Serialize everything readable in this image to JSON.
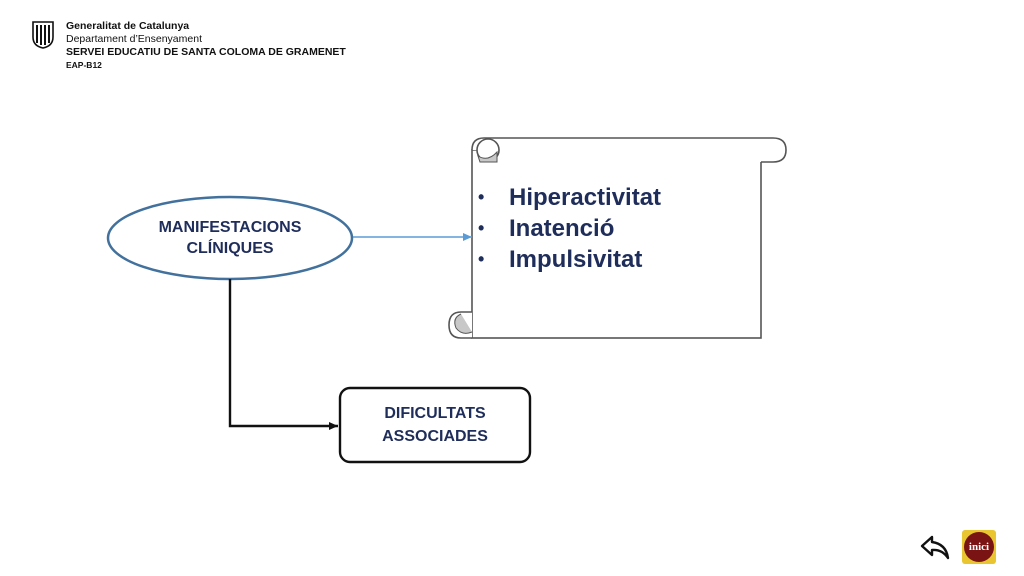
{
  "header": {
    "line1": "Generalitat de Catalunya",
    "line2": "Departament d’Ensenyament",
    "line3": "SERVEI EDUCATIU DE SANTA COLOMA DE GRAMENET",
    "line4": "EAP-B12",
    "logo_icon": "catalan-flag-logo-icon"
  },
  "diagram": {
    "ellipse": {
      "line1": "MANIFESTACIONS",
      "line2": "CLÍNIQUES"
    },
    "box": {
      "line1": "DIFICULTATS",
      "line2": "ASSOCIADES"
    },
    "scroll_items": [
      {
        "bullet": "•",
        "text": "Hiperactivitat"
      },
      {
        "bullet": "•",
        "text": "Inatenció"
      },
      {
        "bullet": "•",
        "text": "Impulsivitat"
      }
    ]
  },
  "nav": {
    "back_icon": "back-arrow-icon",
    "home_label": "inici"
  },
  "colors": {
    "text_navy": "#1f2d5a",
    "ellipse_border": "#41719c",
    "arrow_blue": "#5b9bd5",
    "inici_yellow": "#e8c531",
    "inici_red": "#7a1414"
  }
}
